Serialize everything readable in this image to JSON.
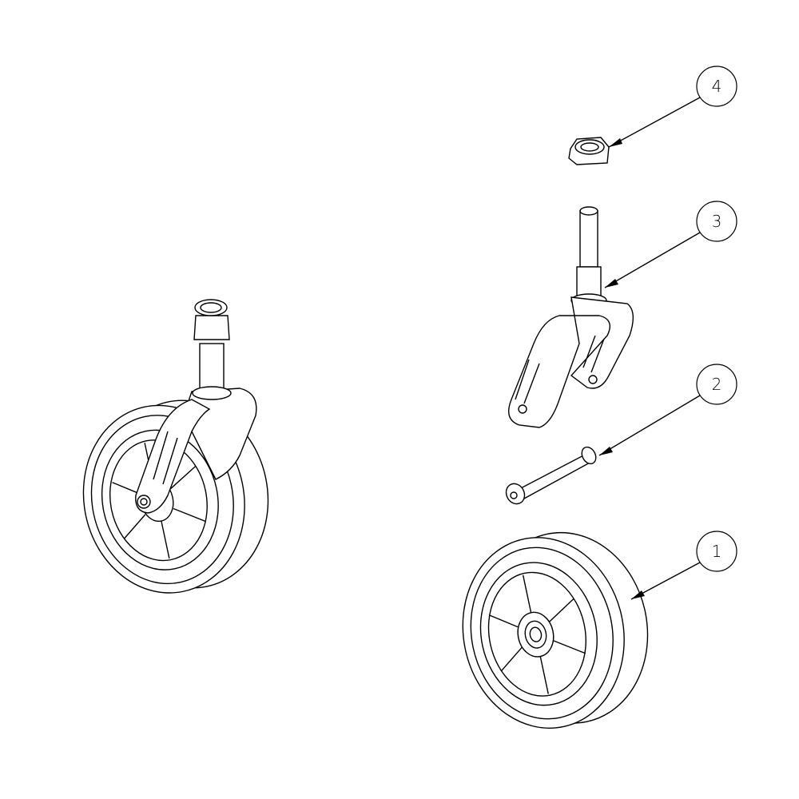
{
  "balloons": [
    {
      "label": "1",
      "part": "wheel"
    },
    {
      "label": "2",
      "part": "axle-bolt"
    },
    {
      "label": "3",
      "part": "caster-fork"
    },
    {
      "label": "4",
      "part": "lock-nut"
    }
  ]
}
